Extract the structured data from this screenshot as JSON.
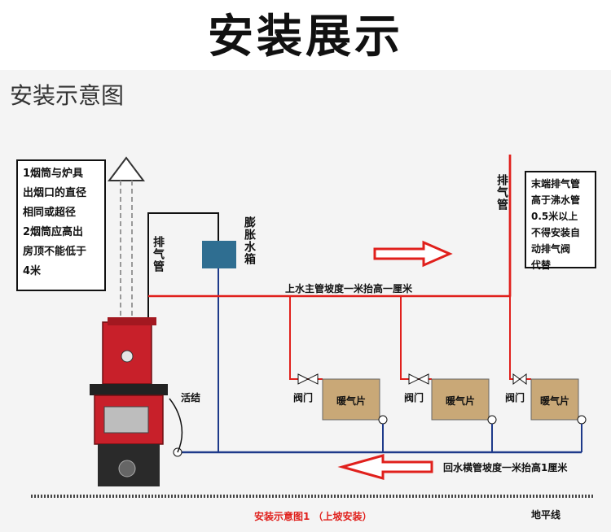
{
  "title": "安装展示",
  "subtitle": "安装示意图",
  "notes_left": [
    "1烟筒与炉具",
    "出烟口的直径",
    "相同或超径",
    "2烟筒应高出",
    "房顶不能低于",
    "4米"
  ],
  "notes_right": [
    "末端排气管",
    "高于沸水管",
    "0.5米以上",
    "不得安装自",
    "动排气阀",
    "代替"
  ],
  "labels": {
    "exhaust_left": "排气管",
    "expansion_tank": "膨胀水箱",
    "exhaust_right": "排气管",
    "supply_pipe": "上水主管坡度一米抬高一厘米",
    "return_pipe": "回水横管坡度一米抬高1厘米",
    "union": "活结",
    "ground": "地平线",
    "caption": "安装示意图1  （上坡安装）"
  },
  "radiators": [
    {
      "valve": "阀门",
      "name": "暖气片"
    },
    {
      "valve": "阀门",
      "name": "暖气片"
    },
    {
      "valve": "阀门",
      "name": "暖气片"
    }
  ],
  "colors": {
    "supply": "#e0201c",
    "return": "#1e3a8a",
    "stove": "#c8202a",
    "tank": "#2f6e91",
    "radiator": "#c9a877"
  }
}
